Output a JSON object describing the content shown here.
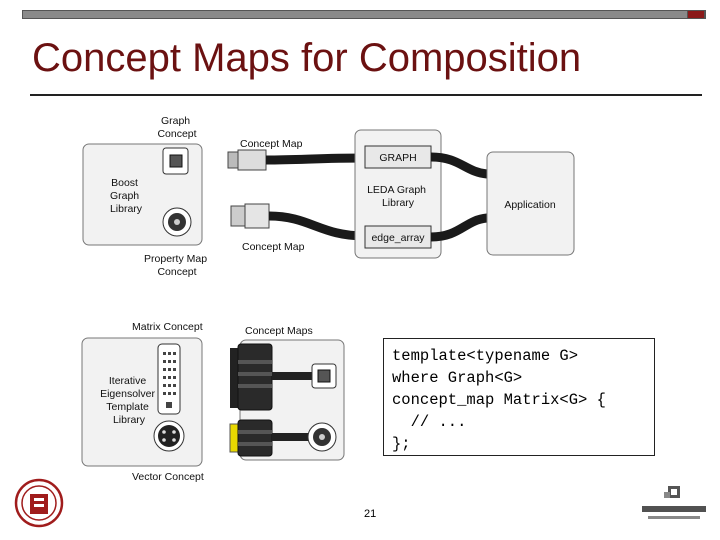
{
  "slide": {
    "title": "Concept Maps for Composition",
    "page_number": "21"
  },
  "top_diagram": {
    "graph_concept": [
      "Graph",
      "Concept"
    ],
    "boost_library": [
      "Boost",
      "Graph",
      "Library"
    ],
    "concept_map_top": "Concept Map",
    "concept_map_bottom": "Concept Map",
    "graph_box": "GRAPH",
    "leda_library": [
      "LEDA Graph",
      "Library"
    ],
    "edge_array_box": "edge_array",
    "application": "Application",
    "property_map_concept": [
      "Property Map",
      "Concept"
    ]
  },
  "bottom_diagram": {
    "matrix_concept": "Matrix Concept",
    "concept_maps": "Concept Maps",
    "itl_library": [
      "Iterative",
      "Eigensolver",
      "Template",
      "Library"
    ],
    "vector_concept": "Vector Concept"
  },
  "code": {
    "lines": [
      "template<typename G>",
      "where Graph<G>",
      "concept_map Matrix<G> {",
      "  // ...",
      "};"
    ]
  },
  "colors": {
    "title": "#6b1111",
    "seal": "#a01c1c",
    "adapter_yellow": "#e8d800"
  }
}
